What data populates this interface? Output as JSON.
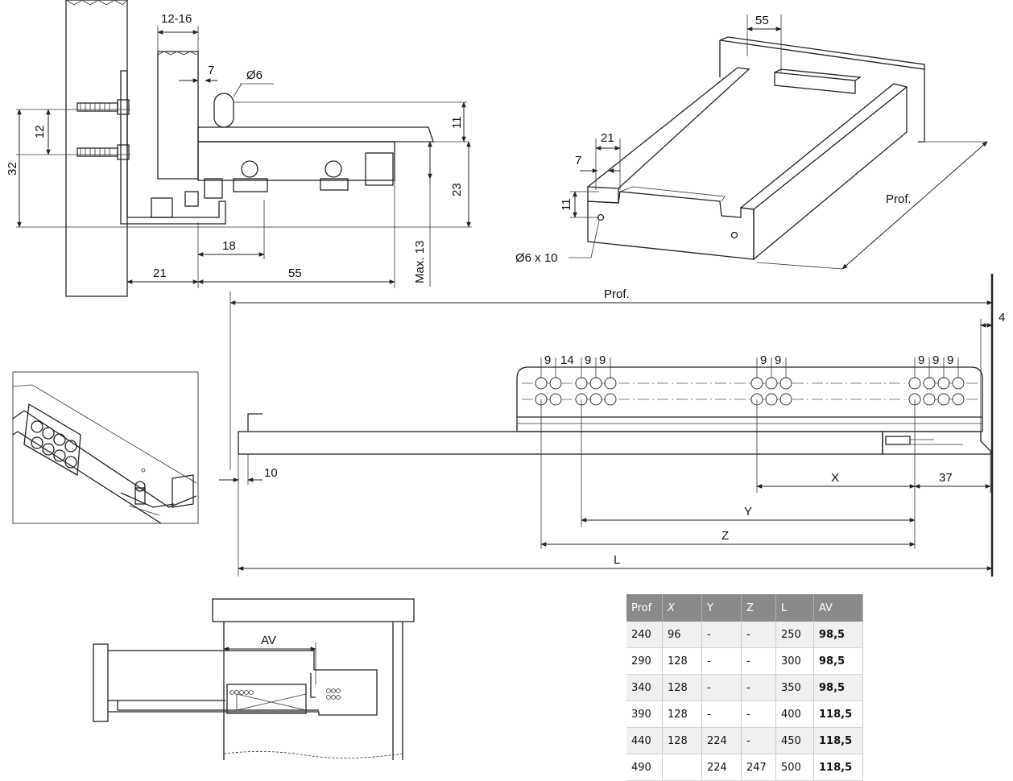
{
  "section_detail": {
    "d_12_16": "12-16",
    "d_7": "7",
    "d_dia6": "Ø6",
    "d_11": "11",
    "d_12": "12",
    "d_32": "32",
    "d_23": "23",
    "d_18": "18",
    "d_21": "21",
    "d_55": "55",
    "d_max13": "Max. 13"
  },
  "iso_drawer": {
    "d_55": "55",
    "d_21": "21",
    "d_7": "7",
    "d_11": "11",
    "d_hole": "Ø6 x 10",
    "d_prof": "Prof."
  },
  "side_view": {
    "prof": "Prof.",
    "d_4": "4",
    "hole_dims_left": [
      "9",
      "14",
      "9",
      "9"
    ],
    "hole_dims_mid": [
      "9",
      "9"
    ],
    "hole_dims_right": [
      "9",
      "9",
      "9"
    ],
    "d_10": "10",
    "d_x": "X",
    "d_37": "37",
    "d_y": "Y",
    "d_z": "Z",
    "d_l": "L"
  },
  "front_view": {
    "av": "AV"
  },
  "spec_table": {
    "headers": [
      "Prof",
      "X",
      "Y",
      "Z",
      "L",
      "AV"
    ],
    "rows": [
      [
        "240",
        "96",
        "-",
        "-",
        "250",
        "98,5"
      ],
      [
        "290",
        "128",
        "-",
        "-",
        "300",
        "98,5"
      ],
      [
        "340",
        "128",
        "-",
        "-",
        "350",
        "98,5"
      ],
      [
        "390",
        "128",
        "-",
        "-",
        "400",
        "118,5"
      ],
      [
        "440",
        "128",
        "224",
        "-",
        "450",
        "118,5"
      ],
      [
        "490",
        "",
        "224",
        "247",
        "500",
        "118,5"
      ]
    ]
  },
  "colors": {
    "wood": "#f7ebcd",
    "metal": "#d3d3d3",
    "rail": "#bcbcbc",
    "table_header": "#8a8a8a"
  }
}
